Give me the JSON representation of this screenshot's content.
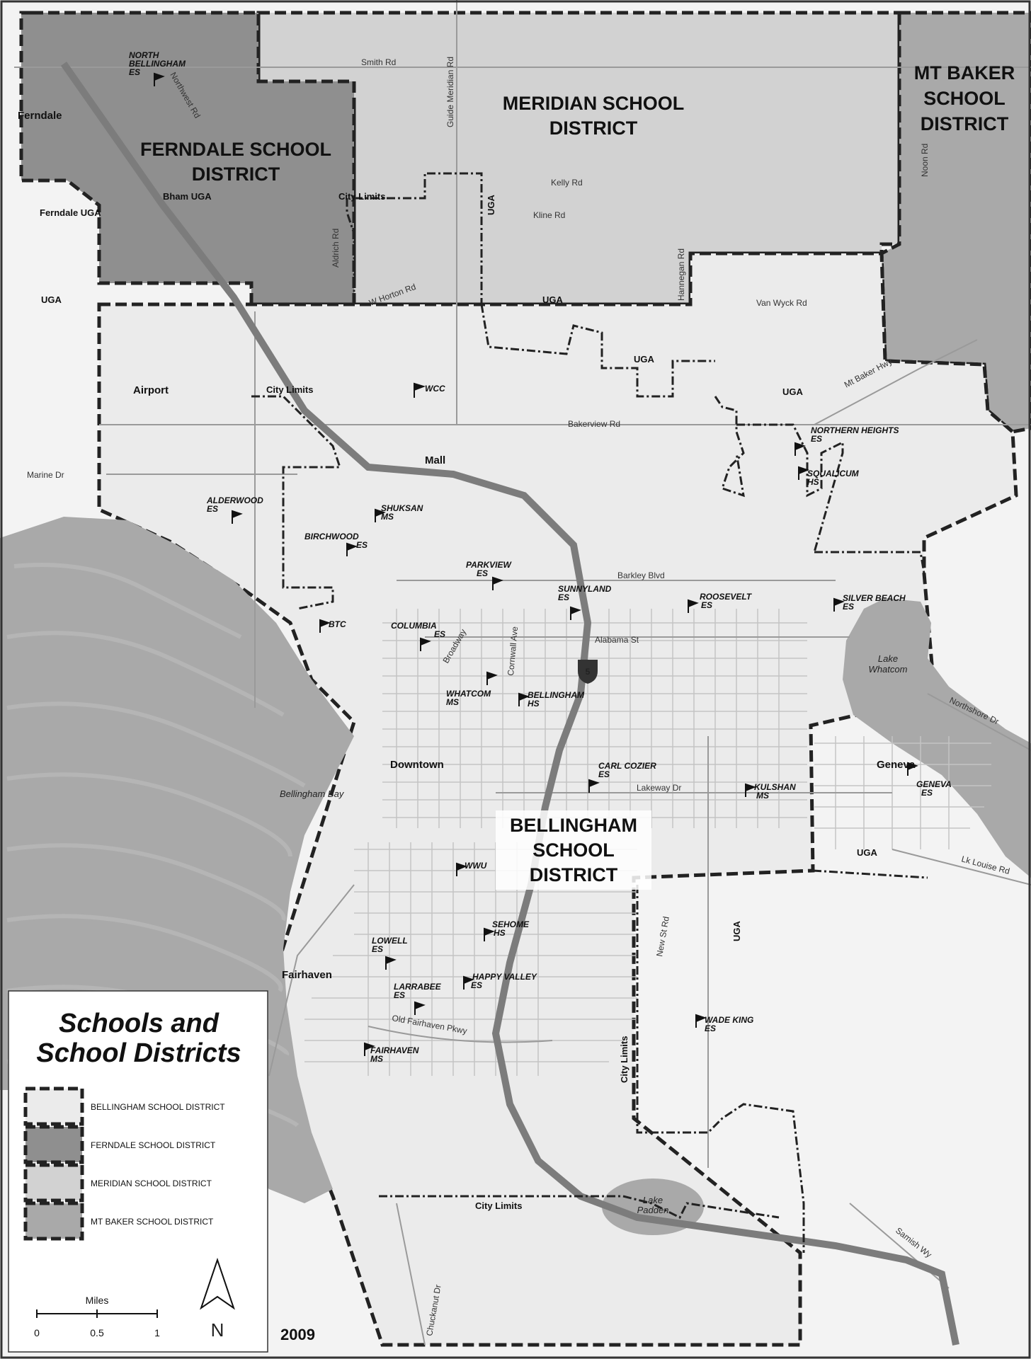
{
  "map": {
    "year": "2009",
    "colors": {
      "bellingham": "#e9e9e9",
      "ferndale": "#8e8e8e",
      "meridian": "#d0d0d0",
      "mt_baker": "#a8a8a8",
      "water": "#a9a9a9",
      "land": "#f3f3f3",
      "boundary": "#222222"
    }
  },
  "districts": {
    "ferndale": [
      "FERNDALE SCHOOL",
      "DISTRICT"
    ],
    "meridian": [
      "MERIDIAN SCHOOL",
      "DISTRICT"
    ],
    "mt_baker": [
      "MT BAKER",
      "SCHOOL",
      "DISTRICT"
    ],
    "bellingham": [
      "BELLINGHAM",
      "SCHOOL",
      "DISTRICT"
    ]
  },
  "places": {
    "ferndale": "Ferndale",
    "airport": "Airport",
    "mall": "Mall",
    "downtown": "Downtown",
    "fairhaven": "Fairhaven",
    "geneva": "Geneva"
  },
  "water": {
    "bay": "Bellingham Bay",
    "lake_whatcom": [
      "Lake",
      "Whatcom"
    ],
    "lake_padden": [
      "Lake",
      "Padden"
    ]
  },
  "roads": {
    "smith": "Smith Rd",
    "guide_meridian": "Guide Meridian Rd",
    "northwest": "Northwest Rd",
    "kelly": "Kelly Rd",
    "kline": "Kline Rd",
    "noon": "Noon Rd",
    "aldrich": "Aldrich Rd",
    "w_horton": "W Horton Rd",
    "hannegan": "Hannegan Rd",
    "van_wyck": "Van Wyck Rd",
    "mt_baker_hwy": "Mt Baker Hwy",
    "bakerview": "Bakerview Rd",
    "marine": "Marine Dr",
    "barkley": "Barkley Blvd",
    "alabama": "Alabama St",
    "broadway": "Broadway",
    "cornwall": "Cornwall Ave",
    "northshore": "Northshore Dr",
    "lakeway": "Lakeway Dr",
    "lk_louise": "Lk Louise Rd",
    "new_st": "New St Rd",
    "old_fairhaven": "Old Fairhaven Pkwy",
    "samish": "Samish Wy",
    "chuckanut": "Chuckanut Dr",
    "i5_shield": "5"
  },
  "boundaries": {
    "bham_uga": "Bham UGA",
    "ferndale_uga": "Ferndale UGA",
    "city_limits": "City Limits",
    "uga": "UGA"
  },
  "schools": {
    "north_bellingham": [
      "NORTH",
      "BELLINGHAM",
      "ES"
    ],
    "wcc": "WCC",
    "northern_heights": [
      "NORTHERN HEIGHTS",
      "ES"
    ],
    "squalicum": [
      "SQUALICUM",
      "HS"
    ],
    "alderwood": [
      "ALDERWOOD",
      "ES"
    ],
    "shuksan": [
      "SHUKSAN",
      "MS"
    ],
    "birchwood": [
      "BIRCHWOOD",
      "ES"
    ],
    "parkview": [
      "PARKVIEW",
      "ES"
    ],
    "sunnyland": [
      "SUNNYLAND",
      "ES"
    ],
    "roosevelt": [
      "ROOSEVELT",
      "ES"
    ],
    "silver_beach": [
      "SILVER BEACH",
      "ES"
    ],
    "btc": "BTC",
    "columbia": [
      "COLUMBIA",
      "ES"
    ],
    "whatcom": [
      "WHATCOM",
      "MS"
    ],
    "bellingham_hs": [
      "BELLINGHAM",
      "HS"
    ],
    "carl_cozier": [
      "CARL COZIER",
      "ES"
    ],
    "kulshan": [
      "KULSHAN",
      "MS"
    ],
    "geneva": [
      "GENEVA",
      "ES"
    ],
    "wwu": "WWU",
    "sehome": [
      "SEHOME",
      "HS"
    ],
    "lowell": [
      "LOWELL",
      "ES"
    ],
    "happy_valley": [
      "HAPPY VALLEY",
      "ES"
    ],
    "larrabee": [
      "LARRABEE",
      "ES"
    ],
    "fairhaven": [
      "FAIRHAVEN",
      "MS"
    ],
    "wade_king": [
      "WADE KING",
      "ES"
    ]
  },
  "legend": {
    "title_line1": "Schools and",
    "title_line2": "School Districts",
    "items": [
      "BELLINGHAM SCHOOL DISTRICT",
      "FERNDALE SCHOOL DISTRICT",
      "MERIDIAN SCHOOL DISTRICT",
      "MT BAKER SCHOOL DISTRICT"
    ],
    "scale_label": "Miles",
    "scale_ticks": [
      "0",
      "0.5",
      "1"
    ],
    "north": "N"
  }
}
